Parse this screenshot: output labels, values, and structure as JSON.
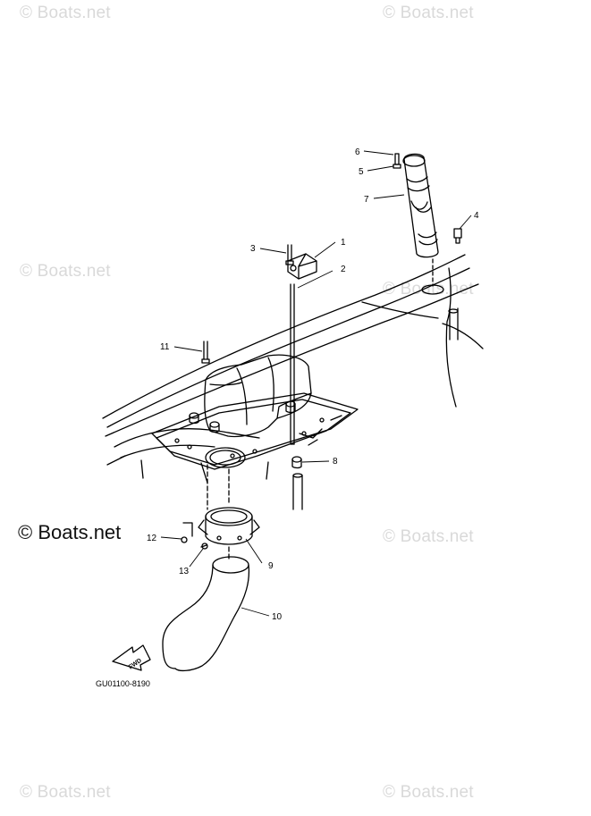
{
  "watermark": "© Boats.net",
  "callouts": {
    "p1": "1",
    "p2": "2",
    "p3": "3",
    "p4": "4",
    "p5": "5",
    "p6": "6",
    "p7": "7",
    "p8": "8",
    "p9": "9",
    "p10": "10",
    "p11": "11",
    "p12": "12",
    "p13": "13"
  },
  "fwd_label": "FWD",
  "diagram_code": "GU01100-8190"
}
